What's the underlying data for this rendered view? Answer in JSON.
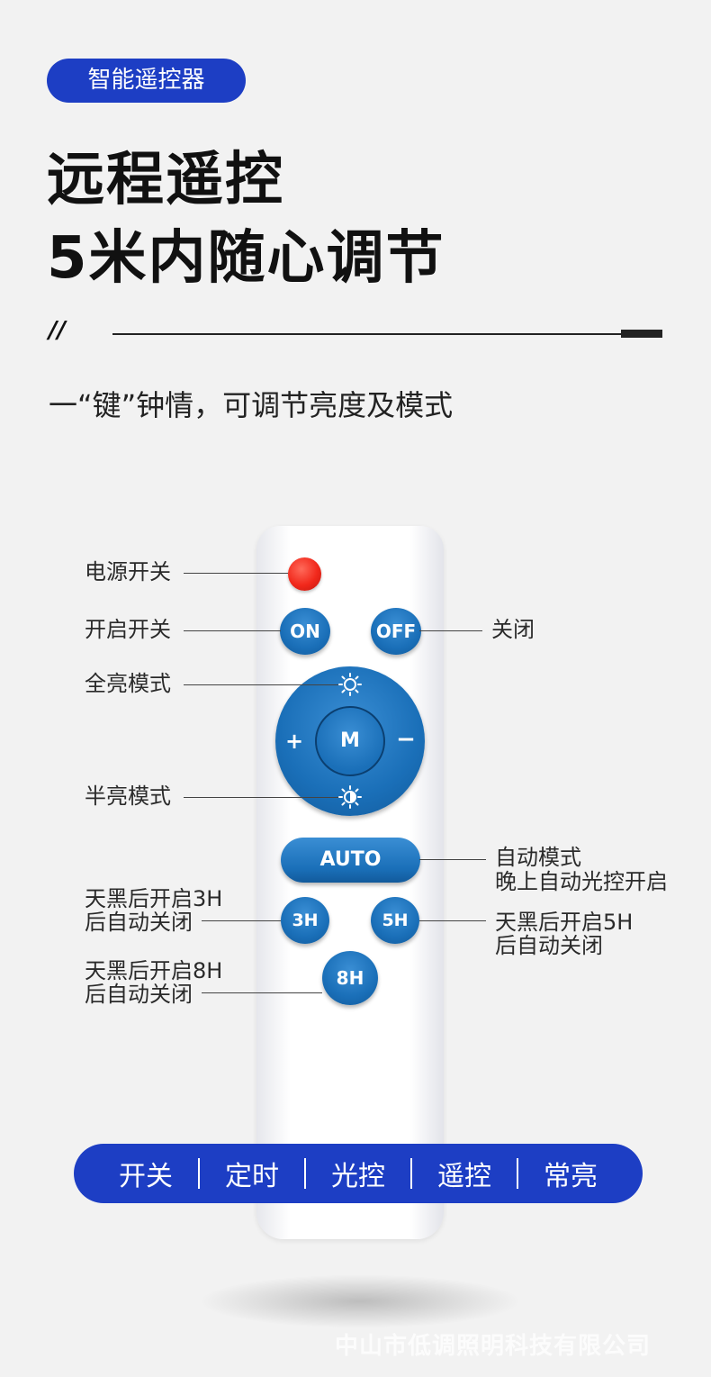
{
  "header": {
    "tag": "智能遥控器",
    "headline_1": "远程遥控",
    "headline_2": "5米内随心调节",
    "slash": "//",
    "subline": "一“键”钟情，可调节亮度及模式"
  },
  "remote": {
    "on_label": "ON",
    "off_label": "OFF",
    "m_label": "M",
    "plus_label": "+",
    "minus_label": "−",
    "auto_label": "AUTO",
    "h3_label": "3H",
    "h5_label": "5H",
    "h8_label": "8H",
    "colors": {
      "blue": "#1a6fb8",
      "red": "#f1281b"
    }
  },
  "callouts": {
    "power": "电源开关",
    "on": "开启开关",
    "off": "关闭",
    "full_bright": "全亮模式",
    "half_bright": "半亮模式",
    "auto_line1": "自动模式",
    "auto_line2": "晚上自动光控开启",
    "h3_line1": "天黑后开启3H",
    "h3_line2": "后自动关闭",
    "h5_line1": "天黑后开启5H",
    "h5_line2": "后自动关闭",
    "h8_line1": "天黑后开启8H",
    "h8_line2": "后自动关闭"
  },
  "band": {
    "items": [
      "开关",
      "定时",
      "光控",
      "遥控",
      "常亮"
    ],
    "separator": "|",
    "color": "#1d3ec4"
  },
  "watermark": "中山市低调照明科技有限公司"
}
